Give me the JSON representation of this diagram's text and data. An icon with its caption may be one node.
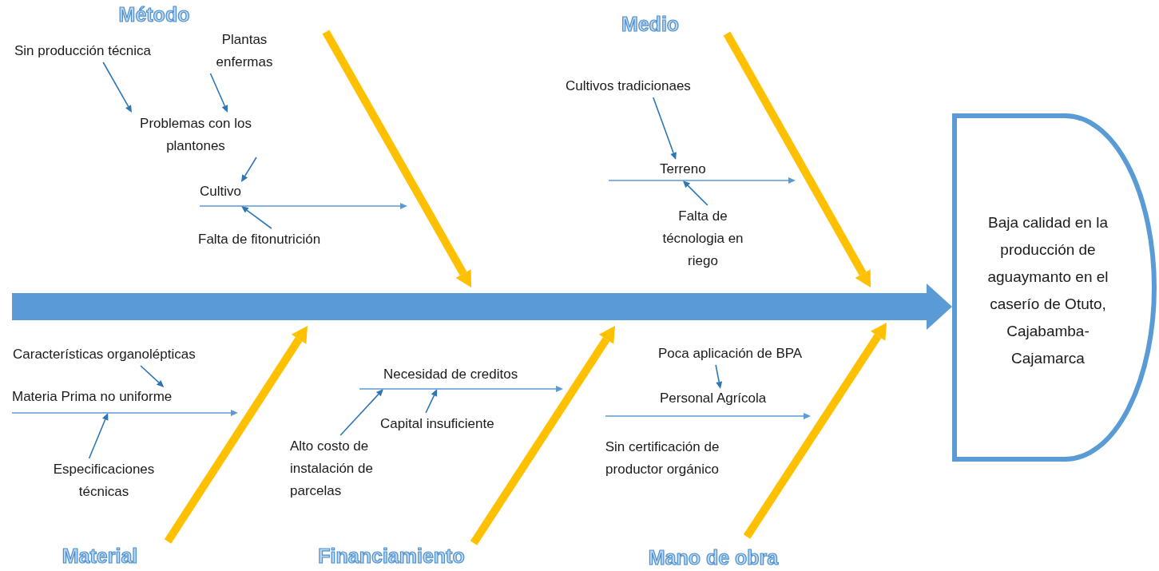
{
  "diagram": {
    "nodes": [
      {
        "text": [
          "Sin producción técnica"
        ]
      },
      {
        "text": [
          "Plantas enfermas"
        ]
      },
      {
        "text": [
          "Problemas con los plantones"
        ]
      },
      {
        "text": [
          "Cultivo"
        ]
      },
      {
        "text": [
          "Falta de fitonutrición"
        ]
      },
      {
        "text": [
          "Cultivos tradicionaes"
        ]
      },
      {
        "text": [
          "Terreno"
        ]
      },
      {
        "text": [
          "Falta de técnologia en riego"
        ]
      },
      {
        "text": [
          "Características organolépticas"
        ]
      },
      {
        "text": [
          "Materia Prima no uniforme"
        ]
      },
      {
        "text": [
          "Especificaciones técnicas"
        ]
      },
      {
        "text": [
          "Necesidad de creditos"
        ]
      },
      {
        "text": [
          "Capital insuficiente"
        ]
      },
      {
        "text": [
          "Alto costo de instalación de parcelas"
        ]
      },
      {
        "text": [
          "Poca aplicación de BPA"
        ]
      },
      {
        "text": [
          "Personal Agrícola"
        ]
      },
      {
        "text": [
          "Baja calidad en la producción de aguaymanto en el caserío de Otuto, Cajabamba-Cajamarca"
        ]
      }
    ],
    "edges": [
      {
        "from": 0,
        "to": 2,
        "arrow": "to"
      },
      {
        "from": 1,
        "to": 2,
        "arrow": "to"
      },
      {
        "from": 2,
        "to": 3,
        "arrow": "to"
      },
      {
        "from": 4,
        "to": 3,
        "arrow": "to"
      },
      {
        "from": 3,
        "to": null,
        "arrow": "to",
        "color": "#5b9bd5"
      },
      {
        "from": 5,
        "to": 6,
        "arrow": "to"
      },
      {
        "from": 7,
        "to": 6,
        "arrow": "to"
      },
      {
        "from": 6,
        "to": null,
        "arrow": "to",
        "color": "#5b9bd5"
      },
      {
        "from": 8,
        "to": 9,
        "arrow": "to"
      },
      {
        "from": 10,
        "to": 9,
        "arrow": "to"
      },
      {
        "from": 9,
        "to": null,
        "arrow": "to",
        "color": "#5b9bd5"
      },
      {
        "from": 13,
        "to": 11,
        "arrow": "to"
      },
      {
        "from": 12,
        "to": 11,
        "arrow": "to"
      },
      {
        "from": 11,
        "to": null,
        "arrow": "to",
        "color": "#5b9bd5"
      },
      {
        "from": 14,
        "to": 15,
        "arrow": "to"
      },
      {
        "from": 15,
        "to": null,
        "arrow": "to",
        "color": "#5b9bd5"
      },
      {
        "from": null,
        "to": 16,
        "arrow": "to",
        "style": "thick",
        "color": "#5b9bd5"
      }
    ],
    "labels": [
      "Método",
      "Medio",
      "Sin certificación de productor orgánico",
      "Material",
      "Financiamiento",
      "Mano de obra"
    ]
  }
}
